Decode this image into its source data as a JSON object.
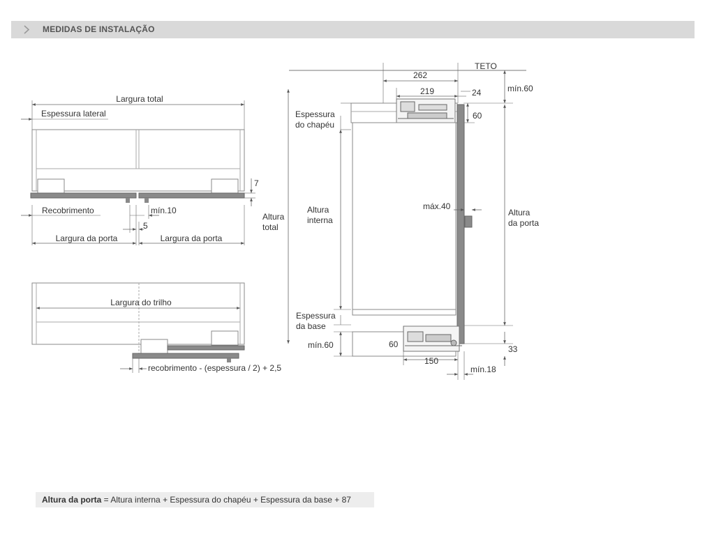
{
  "header": {
    "title": "MEDIDAS DE INSTALAÇÃO",
    "icon": "chevron-right-icon"
  },
  "top_view": {
    "largura_total": "Largura total",
    "espessura_lateral": "Espessura lateral",
    "dim_7": "7",
    "recobrimento": "Recobrimento",
    "min_10": "mín.10",
    "dim_5": "5",
    "largura_porta_1": "Largura da porta",
    "largura_porta_2": "Largura da porta"
  },
  "rail_view": {
    "largura_trilho": "Largura do trilho",
    "recobrimento_formula": "recobrimento - (espessura / 2) + 2,5"
  },
  "side_view": {
    "teto": "TETO",
    "dim_262": "262",
    "dim_219": "219",
    "dim_24": "24",
    "min_60_top": "mín.60",
    "dim_60_top": "60",
    "espessura_chapeu_1": "Espessura",
    "espessura_chapeu_2": "do chapéu",
    "altura_total_1": "Altura",
    "altura_total_2": "total",
    "altura_interna_1": "Altura",
    "altura_interna_2": "interna",
    "max_40": "máx.40",
    "altura_porta_1": "Altura",
    "altura_porta_2": "da porta",
    "espessura_base_1": "Espessura",
    "espessura_base_2": "da base",
    "min_60_bottom": "mín.60",
    "dim_60_bottom": "60",
    "dim_33": "33",
    "dim_150": "150",
    "min_18": "mín.18"
  },
  "formula": {
    "label": "Altura da porta",
    "text": " = Altura interna + Espessura do chapéu + Espessura da base + 87"
  }
}
